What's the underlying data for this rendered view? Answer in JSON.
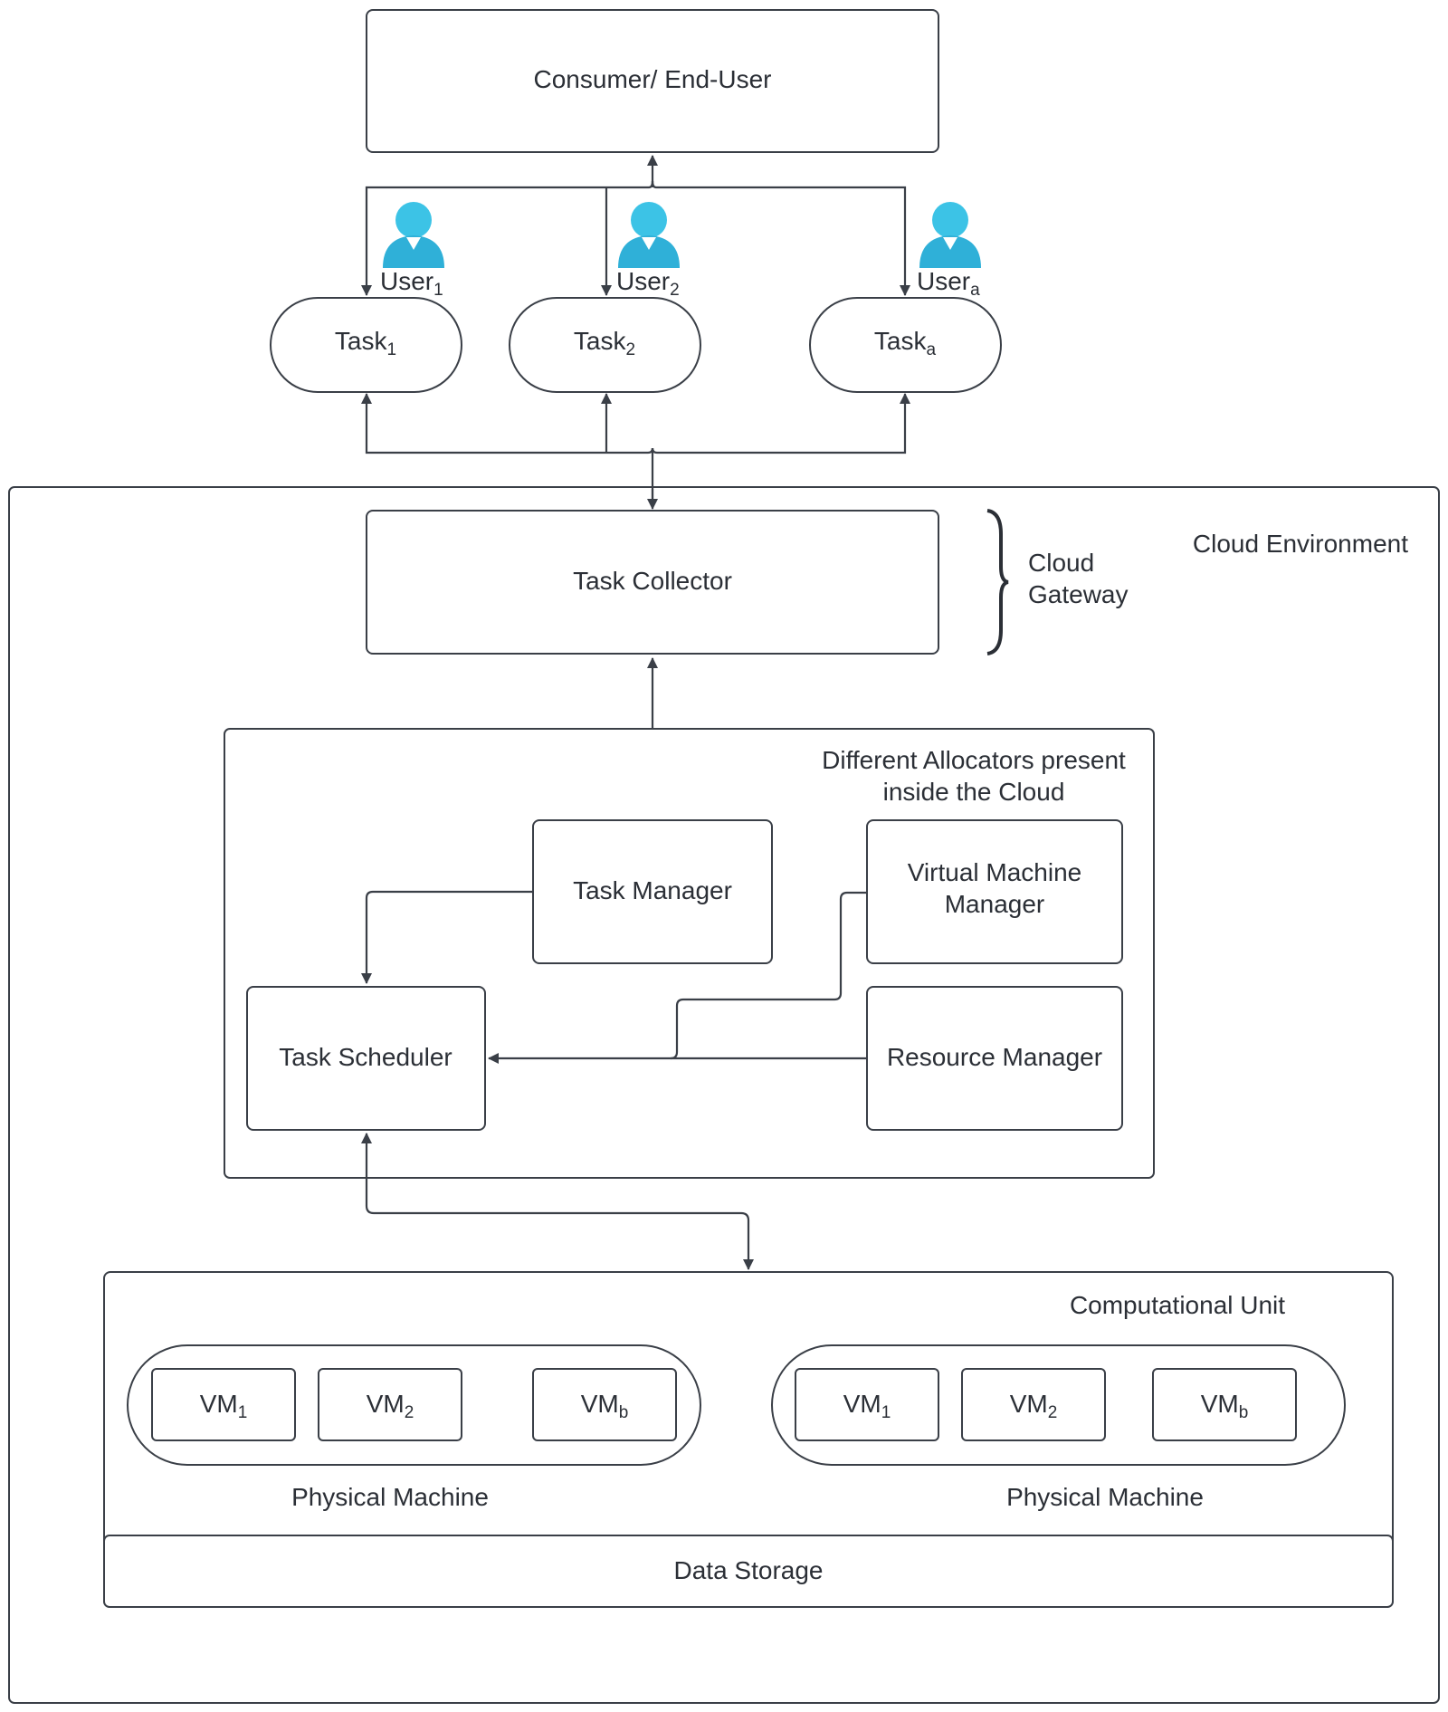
{
  "consumer": {
    "label": "Consumer/ End-User"
  },
  "users": [
    {
      "name": "User",
      "sub": "1"
    },
    {
      "name": "User",
      "sub": "2"
    },
    {
      "name": "User",
      "sub": "a"
    }
  ],
  "tasks": [
    {
      "name": "Task",
      "sub": "1"
    },
    {
      "name": "Task",
      "sub": "2"
    },
    {
      "name": "Task",
      "sub": "a"
    }
  ],
  "cloud": {
    "label": "Cloud Environment",
    "gateway_line1": "Cloud",
    "gateway_line2": "Gateway",
    "task_collector": "Task Collector"
  },
  "allocators": {
    "title_line1": "Different Allocators present",
    "title_line2": "inside the Cloud",
    "task_manager": "Task Manager",
    "vm_manager_line1": "Virtual Machine",
    "vm_manager_line2": "Manager",
    "task_scheduler": "Task Scheduler",
    "resource_manager": "Resource Manager"
  },
  "computational_unit": {
    "title": "Computational Unit",
    "machines": [
      {
        "label": "Physical Machine",
        "vms": [
          {
            "name": "VM",
            "sub": "1"
          },
          {
            "name": "VM",
            "sub": "2"
          },
          {
            "name": "VM",
            "sub": "b"
          }
        ]
      },
      {
        "label": "Physical Machine",
        "vms": [
          {
            "name": "VM",
            "sub": "1"
          },
          {
            "name": "VM",
            "sub": "2"
          },
          {
            "name": "VM",
            "sub": "b"
          }
        ]
      }
    ],
    "data_storage": "Data Storage"
  },
  "colors": {
    "user_icon": "#3cc3e6",
    "user_icon_dark": "#2a9fc4",
    "stroke": "#3a3f47"
  }
}
